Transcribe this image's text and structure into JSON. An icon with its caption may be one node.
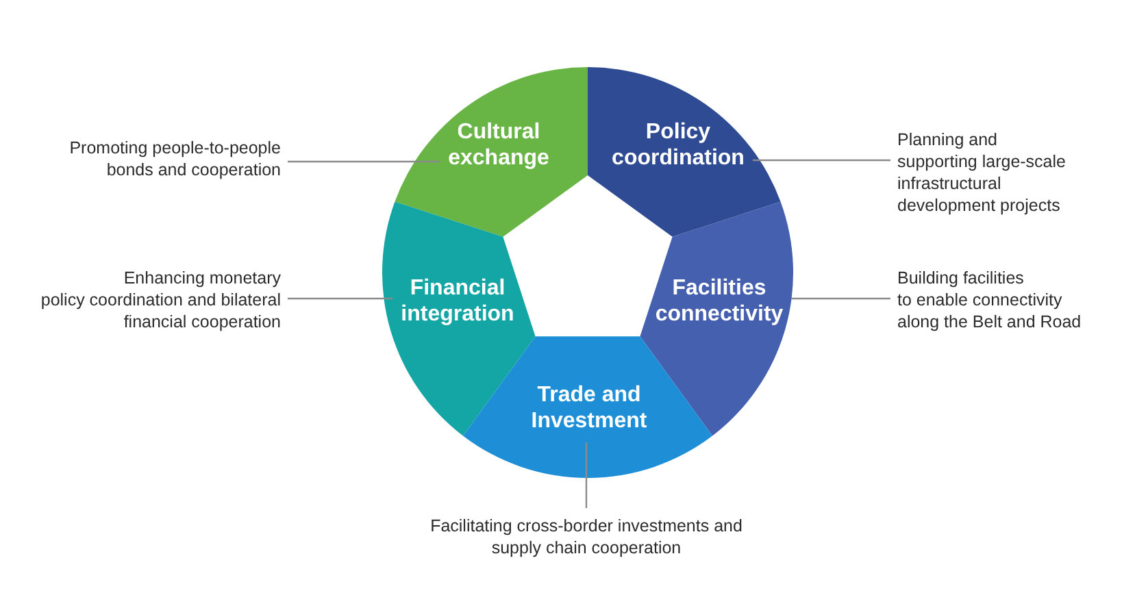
{
  "diagram": {
    "nodes": [
      {
        "text": [
          "Promoting people-to-people bonds and cooperation"
        ]
      },
      {
        "text": [
          "Cultural exchange"
        ]
      },
      {
        "text": [
          "Policy coordination"
        ]
      },
      {
        "text": [
          "Planning and supporting large-scale infrastructural development projects"
        ]
      },
      {
        "text": [
          "Enhancing monetary policy coordination and bilateral financial cooperation"
        ]
      },
      {
        "text": [
          "Financial integration"
        ]
      },
      {
        "text": [
          "Facilities connectivity"
        ]
      },
      {
        "text": [
          "Building facilities to enable connectivity along the Belt and Road"
        ]
      },
      {
        "text": [
          "Trade and Investment"
        ]
      },
      {
        "text": [
          "Facilitating cross-border investments and supply chain cooperation"
        ]
      }
    ],
    "edges": [
      {
        "from": 0,
        "to": 1,
        "arrow": "none"
      },
      {
        "from": 3,
        "to": 2,
        "arrow": "none"
      },
      {
        "from": 4,
        "to": 5,
        "arrow": "none"
      },
      {
        "from": 7,
        "to": 6,
        "arrow": "none"
      },
      {
        "from": 9,
        "to": 8,
        "arrow": "none"
      }
    ]
  }
}
